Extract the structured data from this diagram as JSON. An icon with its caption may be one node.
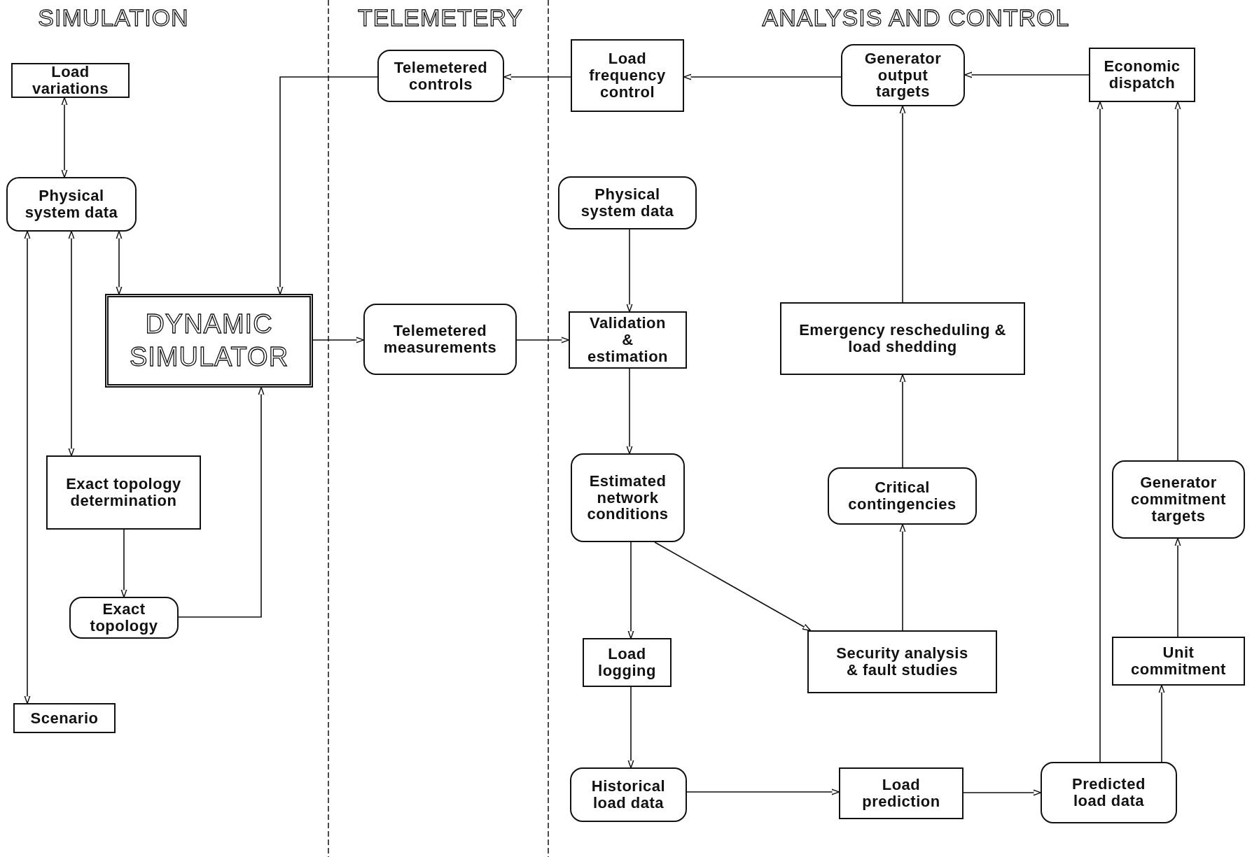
{
  "diagram": {
    "nodes": [
      {
        "text": [
          "Load variations"
        ]
      },
      {
        "text": [
          "Physical system data"
        ]
      },
      {
        "text": [
          "DYNAMIC SIMULATOR"
        ]
      },
      {
        "text": [
          "Exact topology determination"
        ]
      },
      {
        "text": [
          "Exact topology"
        ]
      },
      {
        "text": [
          "Scenario"
        ]
      },
      {
        "text": [
          "Telemetered controls"
        ]
      },
      {
        "text": [
          "Telemetered measurements"
        ]
      },
      {
        "text": [
          "Load frequency control"
        ]
      },
      {
        "text": [
          "Generator output targets"
        ]
      },
      {
        "text": [
          "Economic dispatch"
        ]
      },
      {
        "text": [
          "Physical system data"
        ]
      },
      {
        "text": [
          "Validation & estimation"
        ]
      },
      {
        "text": [
          "Emergency rescheduling & load shedding"
        ]
      },
      {
        "text": [
          "Estimated network conditions"
        ]
      },
      {
        "text": [
          "Critical contingencies"
        ]
      },
      {
        "text": [
          "Generator commitment targets"
        ]
      },
      {
        "text": [
          "Load logging"
        ]
      },
      {
        "text": [
          "Security analysis & fault studies"
        ]
      },
      {
        "text": [
          "Unit commitment"
        ]
      },
      {
        "text": [
          "Historical load data"
        ]
      },
      {
        "text": [
          "Load prediction"
        ]
      },
      {
        "text": [
          "Predicted load data"
        ]
      }
    ],
    "edges": [
      {
        "from": 0,
        "to": 1,
        "arrow": "both"
      },
      {
        "from": 1,
        "to": 5,
        "arrow": "both"
      },
      {
        "from": 1,
        "to": 3,
        "arrow": "both"
      },
      {
        "from": 1,
        "to": 2,
        "arrow": "both"
      },
      {
        "from": 6,
        "to": 2,
        "arrow": "to"
      },
      {
        "from": 3,
        "to": 4,
        "arrow": "to"
      },
      {
        "from": 4,
        "to": 2,
        "arrow": "to"
      },
      {
        "from": 2,
        "to": 7,
        "arrow": "to"
      },
      {
        "from": 7,
        "to": 12,
        "arrow": "to"
      },
      {
        "from": 11,
        "to": 12,
        "arrow": "to"
      },
      {
        "from": 12,
        "to": 14,
        "arrow": "to"
      },
      {
        "from": 14,
        "to": 17,
        "arrow": "to"
      },
      {
        "from": 14,
        "to": 18,
        "arrow": "to"
      },
      {
        "from": 17,
        "to": 20,
        "arrow": "to"
      },
      {
        "from": 20,
        "to": 21,
        "arrow": "to"
      },
      {
        "from": 21,
        "to": 22,
        "arrow": "to"
      },
      {
        "from": 22,
        "to": 19,
        "arrow": "to"
      },
      {
        "from": 22,
        "to": 10,
        "arrow": "to"
      },
      {
        "from": 19,
        "to": 16,
        "arrow": "to"
      },
      {
        "from": 16,
        "to": 10,
        "arrow": "to"
      },
      {
        "from": 10,
        "to": 9,
        "arrow": "to"
      },
      {
        "from": 18,
        "to": 15,
        "arrow": "to"
      },
      {
        "from": 15,
        "to": 13,
        "arrow": "to"
      },
      {
        "from": 13,
        "to": 9,
        "arrow": "to"
      },
      {
        "from": 9,
        "to": 8,
        "arrow": "to"
      },
      {
        "from": 8,
        "to": 6,
        "arrow": "to"
      }
    ],
    "labels": [
      "SIMULATION",
      "TELEMETERY",
      "ANALYSIS AND CONTROL"
    ]
  }
}
